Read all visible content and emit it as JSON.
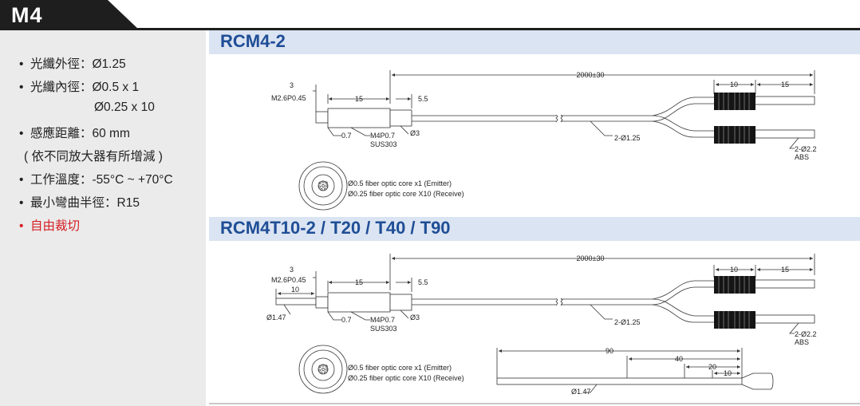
{
  "header": {
    "title": "M4"
  },
  "specs": [
    {
      "text": "光纖外徑：Ø1.25",
      "bullet": "•"
    },
    {
      "text": "光纖內徑：Ø0.5 x 1",
      "bullet": "•"
    },
    {
      "text": "Ø0.25 x 10",
      "bullet": ""
    },
    {
      "text": "感應距離：60 mm",
      "bullet": "•"
    },
    {
      "text": "( 依不同放大器有所增減 )",
      "bullet": ""
    },
    {
      "text": "工作溫度：-55°C ~ +70°C",
      "bullet": "•"
    },
    {
      "text": "最小彎曲半徑：R15",
      "bullet": "•"
    },
    {
      "text": "自由裁切",
      "bullet": "•",
      "color": "#d61f26"
    }
  ],
  "section1": {
    "title": "RCM4-2",
    "dims": {
      "total": "2000±30",
      "thread": "3",
      "thread_spec": "M2.6P0.45",
      "body_len": "15",
      "tube_len": "5.5",
      "tip": "0.7",
      "nut": "M4P0.7",
      "material": "SUS303",
      "tube_dia": "Ø3",
      "fiber": "2-Ø1.25",
      "conn_a": "10",
      "conn_b": "15",
      "end_dia": "2-Ø2.2",
      "end_mat": "ABS"
    },
    "legend": [
      "Ø0.5 fiber optic core x1 (Emitter)",
      "Ø0.25 fiber optic core X10 (Receive)"
    ]
  },
  "section2": {
    "title": "RCM4T10-2 / T20 / T40 / T90",
    "dims": {
      "total": "2000±30",
      "thread": "3",
      "thread_spec": "M2.6P0.45",
      "tip_len": "10",
      "tip_dia": "Ø1.47",
      "body_len": "15",
      "tube_len": "5.5",
      "tip": "0.7",
      "nut": "M4P0.7",
      "material": "SUS303",
      "tube_dia": "Ø3",
      "fiber": "2-Ø1.25",
      "conn_a": "10",
      "conn_b": "15",
      "end_dia": "2-Ø2.2",
      "end_mat": "ABS"
    },
    "legend": [
      "Ø0.5 fiber optic core x1 (Emitter)",
      "Ø0.25 fiber optic core X10 (Receive)"
    ],
    "tip_variants": {
      "l90": "90",
      "l40": "40",
      "l20": "20",
      "l10": "10",
      "dia": "Ø1.47"
    }
  },
  "colors": {
    "title_blue": "#1f4e96",
    "bar_blue": "#dbe4f2",
    "panel_gray": "#ebebeb",
    "accent_red": "#d61f26"
  }
}
